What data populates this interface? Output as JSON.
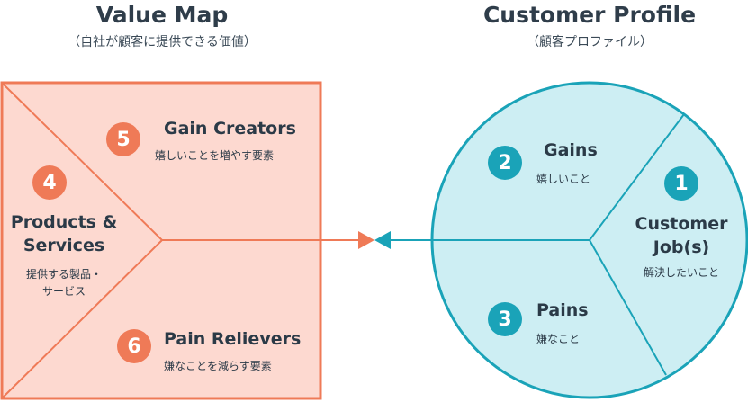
{
  "value_map": {
    "title": "Value Map",
    "subtitle": "（自社が顧客に提供できる価値）",
    "gain_creators": {
      "number": "5",
      "title": "Gain Creators",
      "desc": "嬉しいことを増やす要素"
    },
    "products_services": {
      "number": "4",
      "title_line1": "Products &",
      "title_line2": "Services",
      "desc_line1": "提供する製品・",
      "desc_line2": "サービス"
    },
    "pain_relievers": {
      "number": "6",
      "title": "Pain Relievers",
      "desc": "嫌なことを減らす要素"
    }
  },
  "customer_profile": {
    "title": "Customer Profile",
    "subtitle": "（顧客プロファイル）",
    "gains": {
      "number": "2",
      "title": "Gains",
      "desc": "嬉しいこと"
    },
    "customer_jobs": {
      "number": "1",
      "title_line1": "Customer",
      "title_line2": "Job(s)",
      "desc": "解決したいこと"
    },
    "pains": {
      "number": "3",
      "title": "Pains",
      "desc": "嫌なこと"
    }
  },
  "colors": {
    "value_map_fill": "#fdd9d0",
    "value_map_stroke": "#ef7a57",
    "customer_fill": "#cdeef3",
    "customer_stroke": "#1aa3b8"
  }
}
